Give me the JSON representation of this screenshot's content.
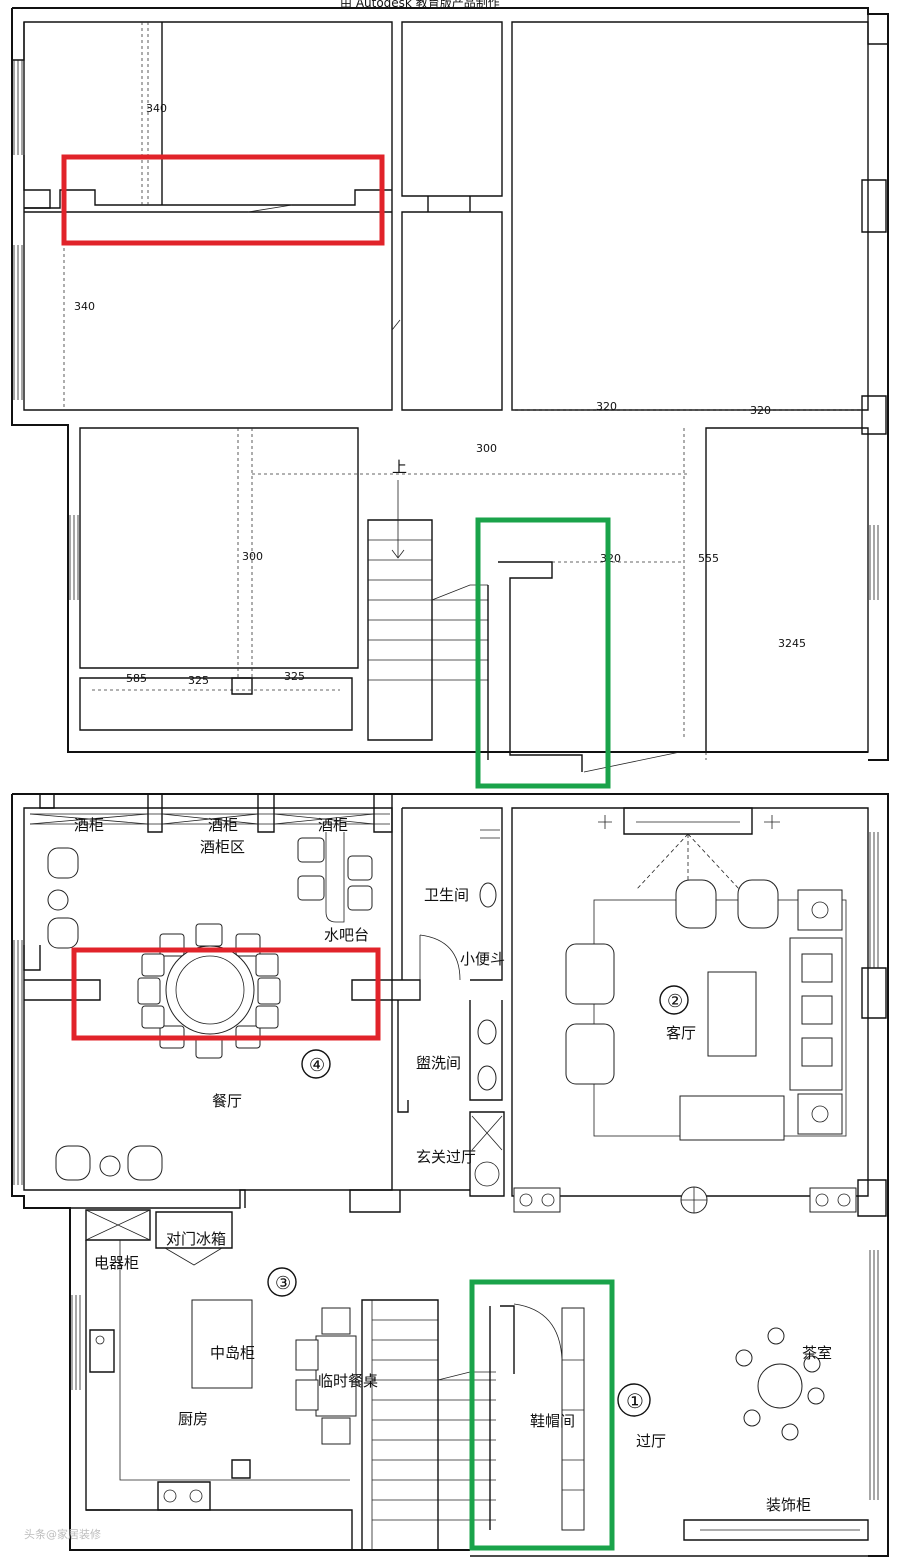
{
  "header_text": "由 Autodesk 教育版产品制作",
  "upper_plan": {
    "dimensions": [
      "340",
      "340",
      "320",
      "320",
      "300",
      "300",
      "320",
      "555",
      "3245",
      "585",
      "325",
      "325"
    ],
    "stair_label": "上"
  },
  "lower_plan": {
    "room_labels": {
      "wine_cabinet_1": "酒柜",
      "wine_cabinet_2": "酒柜",
      "wine_cabinet_3": "酒柜",
      "wine_area": "酒柜区",
      "water_bar": "水吧台",
      "bathroom": "卫生间",
      "urinal": "小便斗",
      "washroom": "盥洗间",
      "entry_hall": "玄关过厅",
      "dining": "餐厅",
      "living": "客厅",
      "fridge": "对门冰箱",
      "appliance_cabinet": "电器柜",
      "island": "中岛柜",
      "temp_dining": "临时餐桌",
      "kitchen": "厨房",
      "shoe_room": "鞋帽间",
      "hall": "过厅",
      "tea_room": "茶室",
      "decor_cabinet": "装饰柜"
    },
    "markers": [
      "①",
      "②",
      "③",
      "④"
    ]
  },
  "watermark": "头条@家居装修",
  "colors": {
    "highlight_red": "#e1232a",
    "highlight_green": "#1aa34a",
    "line": "#111111"
  }
}
